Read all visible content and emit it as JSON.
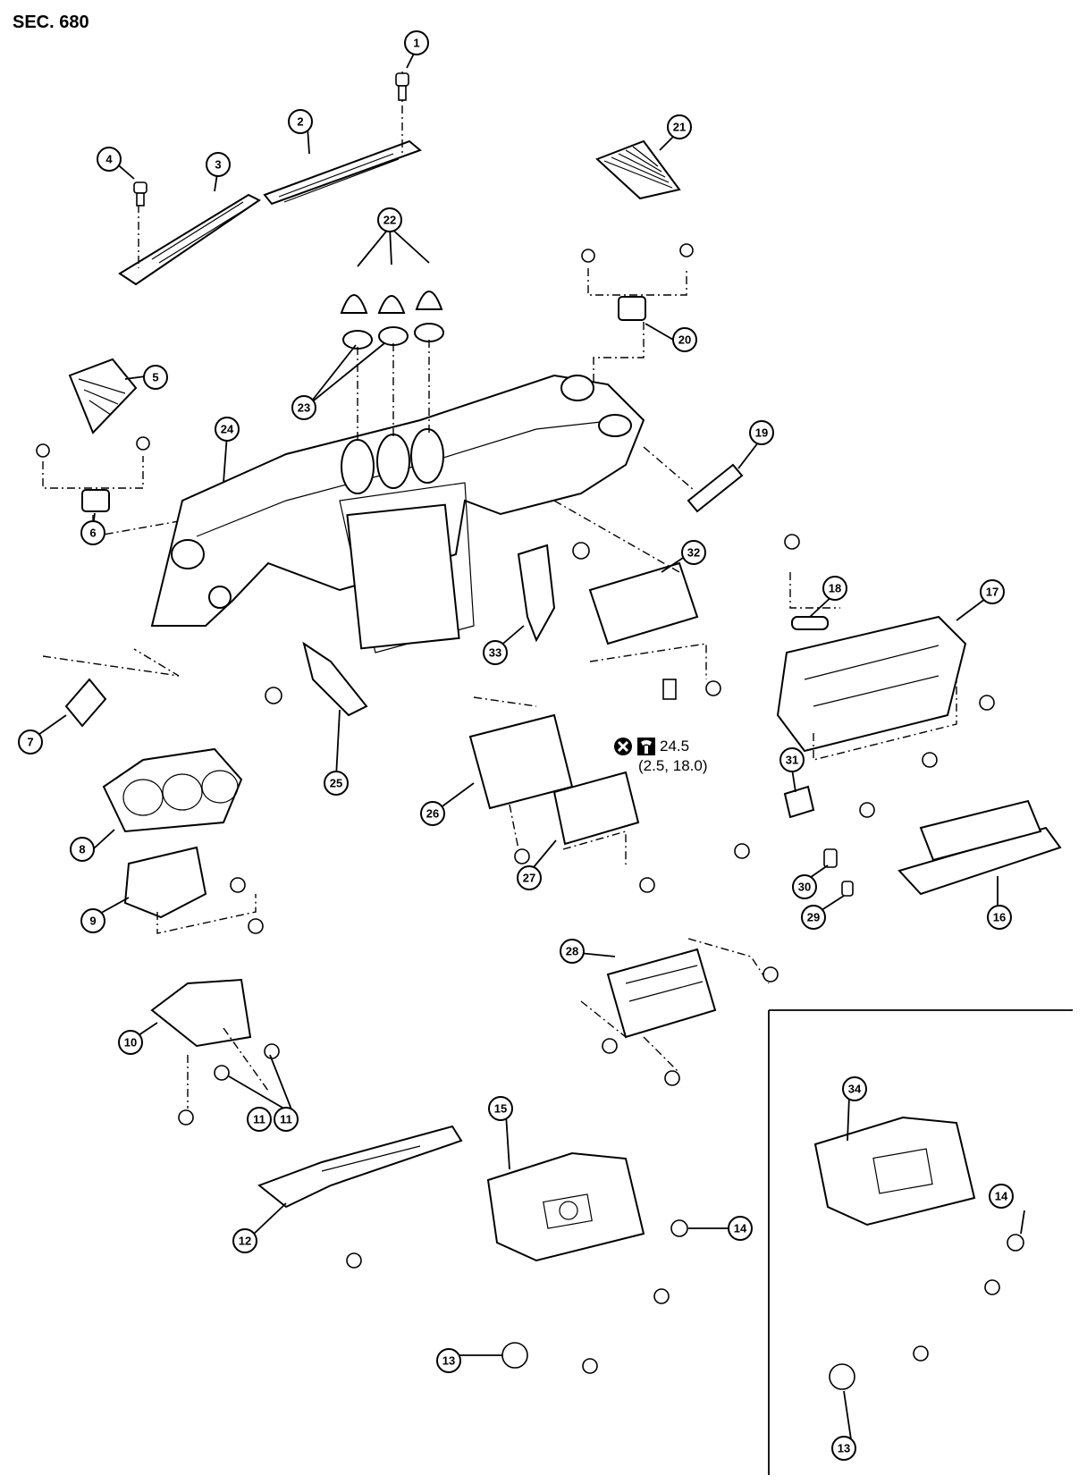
{
  "section_label": "SEC. 680",
  "torque": {
    "value": "24.5",
    "sub": "(2.5, 18.0)"
  },
  "callouts": [
    "1",
    "2",
    "3",
    "4",
    "5",
    "6",
    "7",
    "8",
    "9",
    "10",
    "11",
    "11",
    "12",
    "13",
    "13",
    "14",
    "14",
    "15",
    "16",
    "17",
    "18",
    "19",
    "20",
    "21",
    "22",
    "23",
    "24",
    "25",
    "26",
    "27",
    "28",
    "29",
    "30",
    "31",
    "32",
    "33",
    "34"
  ],
  "icons": [
    "do-not-reuse-icon",
    "torque-wrench-icon"
  ]
}
